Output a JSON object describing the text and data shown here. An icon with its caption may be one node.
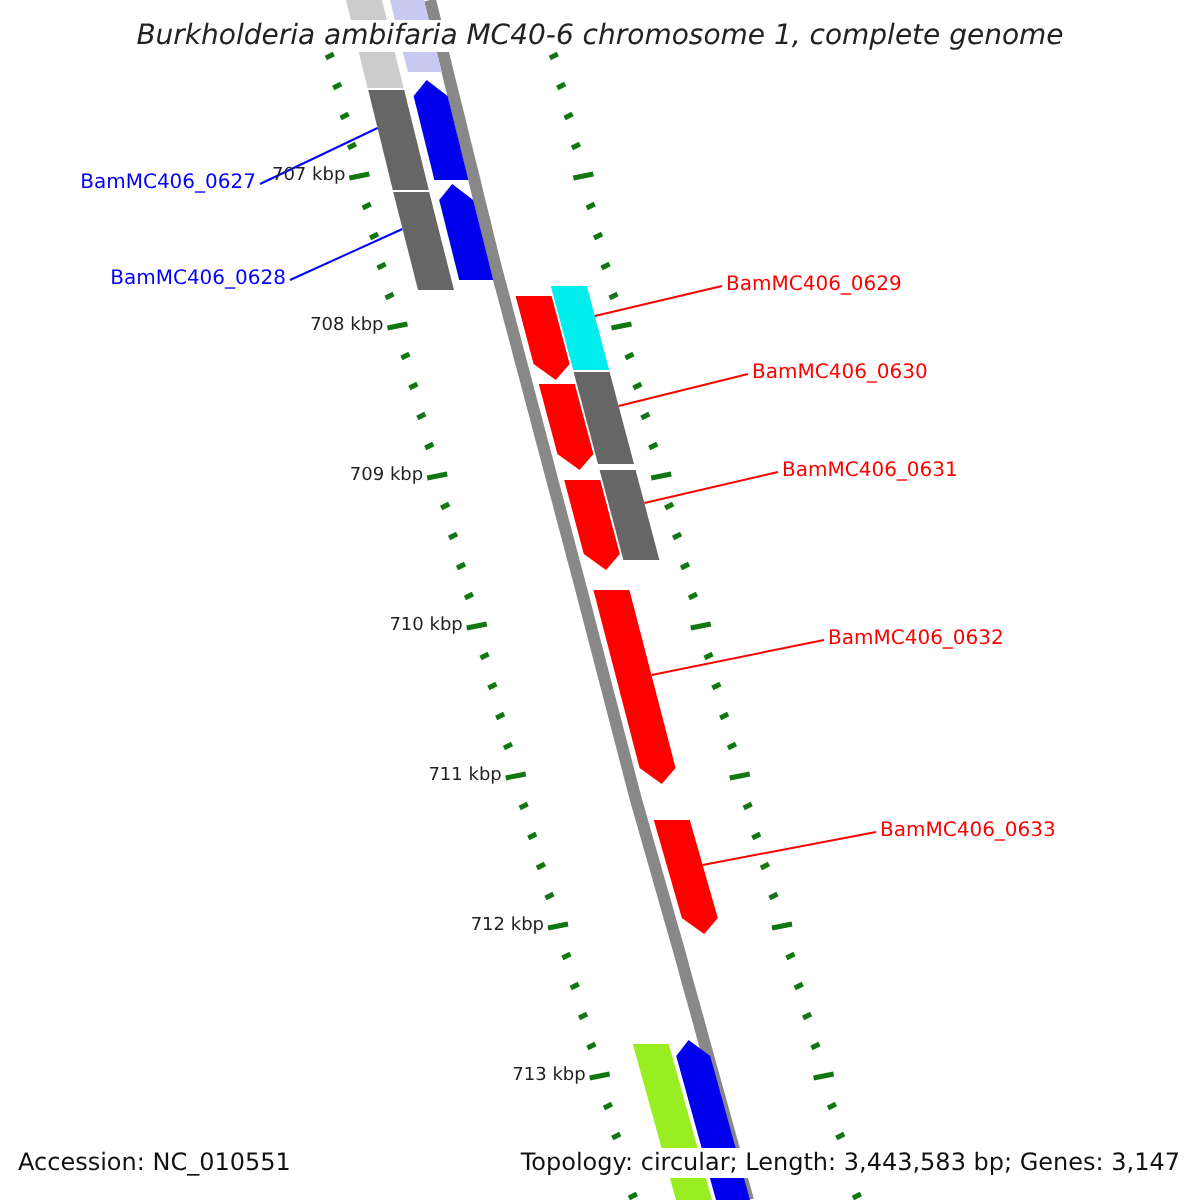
{
  "diagram": {
    "title": "Burkholderia ambifaria MC40-6 chromosome 1, complete genome",
    "nodes": [
      {
        "text": [
          "BamMC406_0627"
        ]
      },
      {
        "text": [
          "BamMC406_0628"
        ]
      },
      {
        "text": [
          "BamMC406_0629"
        ]
      },
      {
        "text": [
          "BamMC406_0630"
        ]
      },
      {
        "text": [
          "BamMC406_0631"
        ]
      },
      {
        "text": [
          "BamMC406_0632"
        ]
      },
      {
        "text": [
          "BamMC406_0633"
        ]
      },
      {
        "text": [],
        "shape": "bar"
      },
      {
        "text": [],
        "shape": "bar"
      },
      {
        "text": [],
        "shape": "bar"
      },
      {
        "text": [],
        "shape": "bar"
      },
      {
        "text": [],
        "shape": "bar"
      },
      {
        "text": [],
        "shape": "bar"
      },
      {
        "text": [],
        "shape": "bar"
      },
      {
        "text": [],
        "shape": "bar"
      },
      {
        "text": [],
        "shape": "bar"
      },
      {
        "text": [],
        "shape": "bar"
      },
      {
        "text": [],
        "shape": "bar"
      },
      {
        "text": [],
        "shape": "bar"
      },
      {
        "text": [],
        "shape": "bar"
      },
      {
        "text": [],
        "shape": "bar"
      },
      {
        "text": [],
        "shape": "bar"
      },
      {
        "text": [],
        "shape": "bar"
      }
    ],
    "edges": [
      {
        "from": 0,
        "to": 7,
        "arrow": "none",
        "color": "#0000ff"
      },
      {
        "from": 1,
        "to": 8,
        "arrow": "none",
        "color": "#0000ff"
      },
      {
        "from": 2,
        "to": 9,
        "arrow": "none"
      },
      {
        "from": 3,
        "to": 10,
        "arrow": "none"
      },
      {
        "from": 4,
        "to": 11,
        "arrow": "none"
      },
      {
        "from": 5,
        "to": 12,
        "arrow": "none"
      },
      {
        "from": 6,
        "to": 13,
        "arrow": "none"
      }
    ],
    "labels": [
      "707 kbp",
      "708 kbp",
      "709 kbp",
      "710 kbp",
      "711 kbp",
      "712 kbp",
      "713 kbp",
      "Accession: NC_010551",
      "Topology: circular; Length: 3,443,583 bp; Genes: 3,147"
    ]
  }
}
